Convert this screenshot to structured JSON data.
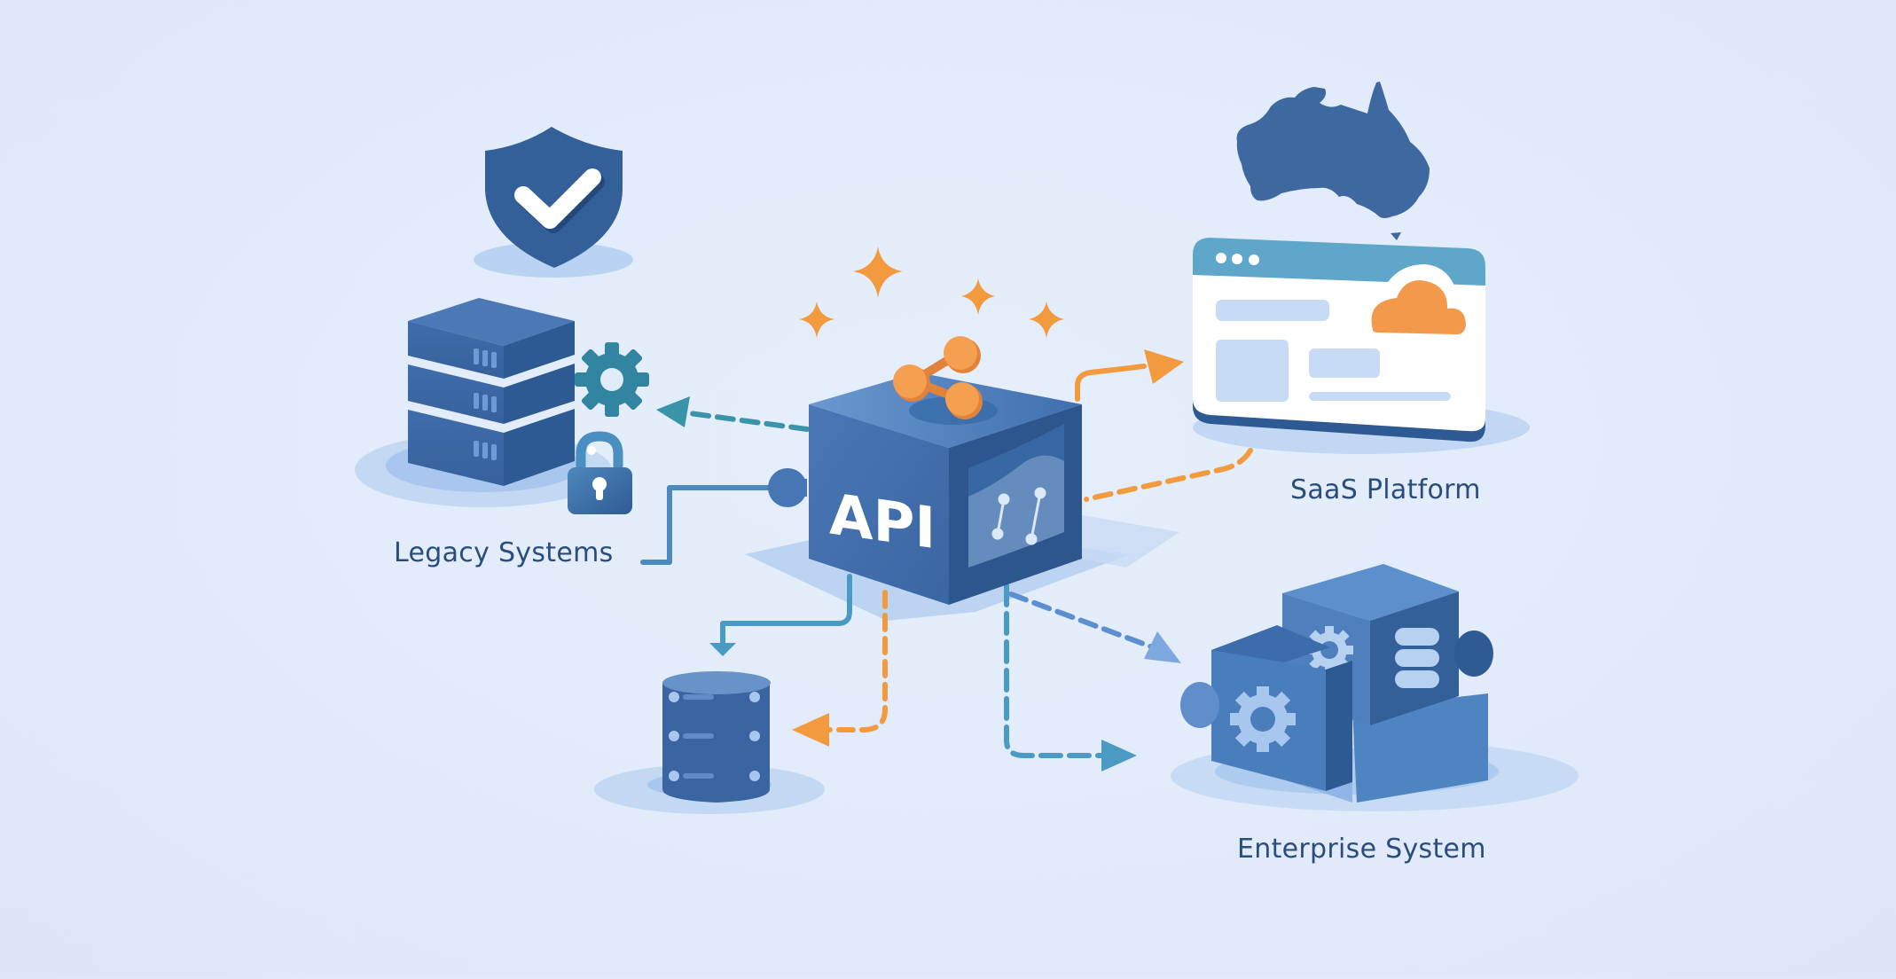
{
  "diagram": {
    "title": "API integration hub",
    "center": {
      "label": "API",
      "top_icon": "share-network-icon",
      "side_icon": "connection-panel-icon",
      "sparkles": 4
    },
    "nodes": [
      {
        "id": "legacy",
        "label": "Legacy Systems",
        "icons": [
          "server-stack-icon",
          "gear-icon",
          "padlock-icon",
          "shield-check-icon"
        ]
      },
      {
        "id": "saas",
        "label": "SaaS Platform",
        "icons": [
          "browser-window-icon",
          "cloud-icon",
          "australia-map-icon"
        ]
      },
      {
        "id": "enterprise",
        "label": "Enterprise System",
        "icons": [
          "puzzle-cubes-icon",
          "gear-icon",
          "database-icon"
        ]
      },
      {
        "id": "database",
        "label": "",
        "icons": [
          "database-stack-icon"
        ]
      }
    ],
    "connections": [
      {
        "from": "api",
        "to": "legacy",
        "style": "dashed",
        "color": "teal"
      },
      {
        "from": "legacy",
        "to": "api",
        "style": "solid",
        "color": "blue"
      },
      {
        "from": "api",
        "to": "saas",
        "style": "solid",
        "color": "orange"
      },
      {
        "from": "saas",
        "to": "api",
        "style": "dashed",
        "color": "orange"
      },
      {
        "from": "api",
        "to": "database",
        "style": "solid",
        "color": "blue"
      },
      {
        "from": "api",
        "to": "database",
        "style": "dashed",
        "color": "orange"
      },
      {
        "from": "api",
        "to": "enterprise",
        "style": "dashed",
        "color": "blue"
      },
      {
        "from": "api",
        "to": "enterprise",
        "style": "dash-dot",
        "color": "blue"
      }
    ]
  },
  "colors": {
    "background": "#e1ebfa",
    "primary_blue": "#3d6aa6",
    "dark_blue": "#2c5288",
    "light_blue": "#a9c8ef",
    "accent_orange": "#f3993e",
    "teal": "#3a93a8",
    "label_text": "#2a4d7e"
  }
}
